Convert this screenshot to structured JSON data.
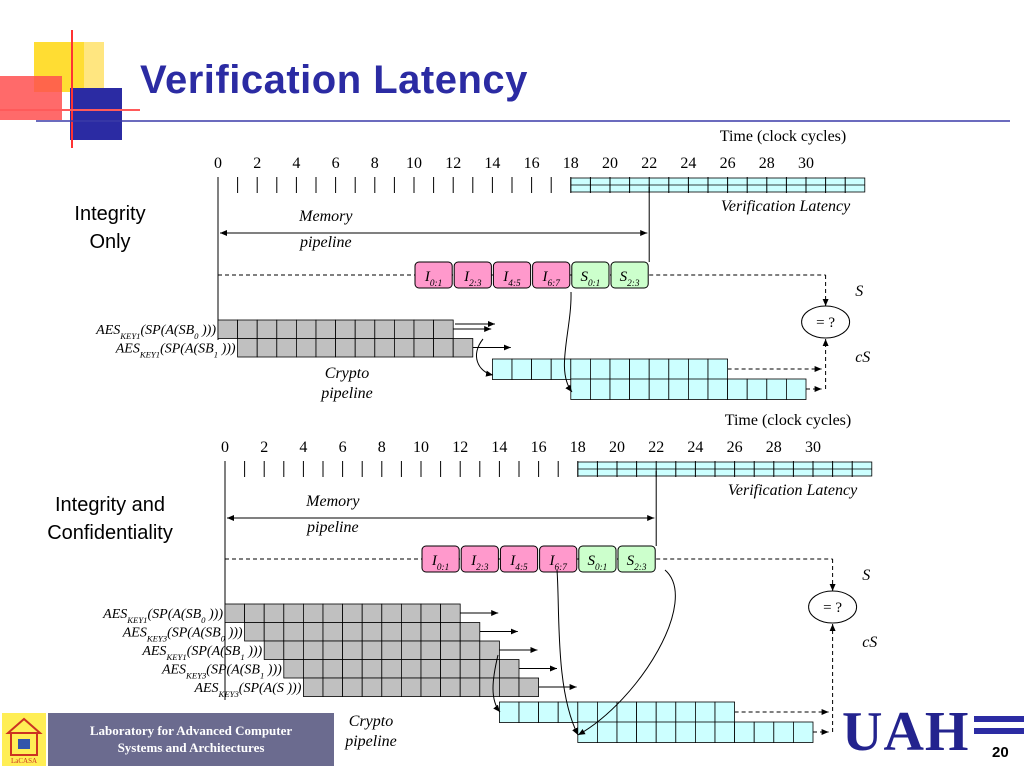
{
  "slide": {
    "title": "Verification Latency",
    "page_number": "20",
    "lab_line1": "Laboratory for Advanced Computer",
    "lab_line2": "Systems and Architectures",
    "lab_logo_text": "LaCASA",
    "uah_logo_text": "UAH"
  },
  "colors": {
    "title": "#2b2ba3",
    "i_block": "#ff99cc",
    "s_block": "#ccffcc",
    "crypto_gray": "#c0c0c0",
    "verify_cyan": "#ccffff",
    "accent_blue": "#2b2ba3",
    "accent_yellow": "#ffdd33",
    "accent_red": "#ff4444"
  },
  "diagram1": {
    "label_line1": "Integrity",
    "label_line2": "Only",
    "time_label": "Time (clock cycles)",
    "ticks": [
      "0",
      "2",
      "4",
      "6",
      "8",
      "10",
      "12",
      "14",
      "16",
      "18",
      "20",
      "22",
      "24",
      "26",
      "28",
      "30"
    ],
    "verification_latency_label": "Verification Latency",
    "memory_label": "Memory",
    "pipeline_label": "pipeline",
    "crypto_label": "Crypto",
    "crypto_pipeline_label": "pipeline",
    "s_label": "S",
    "cs_label": "cS",
    "compare_label": "= ?",
    "blocks": [
      {
        "main": "I",
        "sub": "0:1"
      },
      {
        "main": "I",
        "sub": "2:3"
      },
      {
        "main": "I",
        "sub": "4:5"
      },
      {
        "main": "I",
        "sub": "6:7"
      },
      {
        "main": "S",
        "sub": "0:1"
      },
      {
        "main": "S",
        "sub": "2:3"
      }
    ],
    "aes_rows": [
      {
        "pre": "AES",
        "key": "KEY1",
        "mid": "(SP(A(SB",
        "sub": "0",
        "post": " )))"
      },
      {
        "pre": "AES",
        "key": "KEY1",
        "mid": "(SP(A(SB",
        "sub": "1",
        "post": " )))"
      }
    ]
  },
  "diagram2": {
    "label_line1": "Integrity and",
    "label_line2": "Confidentiality",
    "time_label": "Time (clock cycles)",
    "ticks": [
      "0",
      "2",
      "4",
      "6",
      "8",
      "10",
      "12",
      "14",
      "16",
      "18",
      "20",
      "22",
      "24",
      "26",
      "28",
      "30"
    ],
    "verification_latency_label": "Verification Latency",
    "memory_label": "Memory",
    "pipeline_label": "pipeline",
    "crypto_label": "Crypto",
    "crypto_pipeline_label": "pipeline",
    "s_label": "S",
    "cs_label": "cS",
    "compare_label": "= ?",
    "blocks": [
      {
        "main": "I",
        "sub": "0:1"
      },
      {
        "main": "I",
        "sub": "2:3"
      },
      {
        "main": "I",
        "sub": "4:5"
      },
      {
        "main": "I",
        "sub": "6:7"
      },
      {
        "main": "S",
        "sub": "0:1"
      },
      {
        "main": "S",
        "sub": "2:3"
      }
    ],
    "aes_rows": [
      {
        "pre": "AES",
        "key": "KEY1",
        "mid": "(SP(A(SB",
        "sub": "0",
        "post": " )))"
      },
      {
        "pre": "AES",
        "key": "KEY3",
        "mid": "(SP(A(SB",
        "sub": "0",
        "post": " )))"
      },
      {
        "pre": "AES",
        "key": "KEY1",
        "mid": "(SP(A(SB",
        "sub": "1",
        "post": " )))"
      },
      {
        "pre": "AES",
        "key": "KEY3",
        "mid": "(SP(A(SB",
        "sub": "1",
        "post": " )))"
      },
      {
        "pre": "AES",
        "key": "KEY3",
        "mid": "(SP(A(S",
        "sub": "",
        "post": " )))"
      }
    ]
  }
}
